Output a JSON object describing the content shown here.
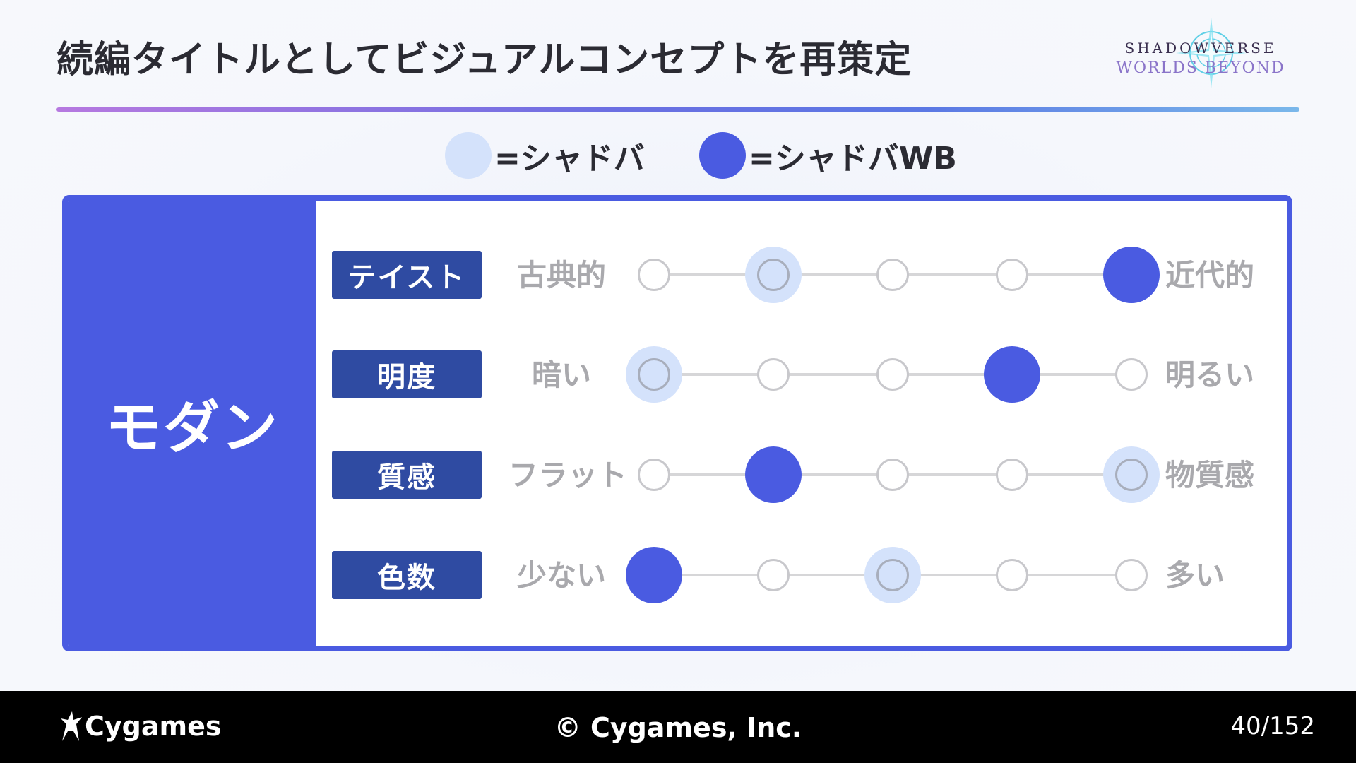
{
  "title": "続編タイトルとしてビジュアルコンセプトを再策定",
  "logo": {
    "line1": "SHADOWVERSE",
    "line2": "WORLDS BEYOND"
  },
  "legend": [
    {
      "label": "=シャドバ",
      "color": "#d4e2fb"
    },
    {
      "label": "=シャドバWB",
      "color": "#4a5be1"
    }
  ],
  "side_label": "モダン",
  "scale_steps": 5,
  "rows": [
    {
      "category": "テイスト",
      "left": "古典的",
      "right": "近代的",
      "shadowverse": 2,
      "wb": 5
    },
    {
      "category": "明度",
      "left": "暗い",
      "right": "明るい",
      "shadowverse": 1,
      "wb": 4
    },
    {
      "category": "質感",
      "left": "フラット",
      "right": "物質感",
      "shadowverse": 5,
      "wb": 2
    },
    {
      "category": "色数",
      "left": "少ない",
      "right": "多い",
      "shadowverse": 3,
      "wb": 1
    }
  ],
  "colors": {
    "accent": "#4a5be1",
    "badge": "#2f4ba2",
    "highlight": "#d4e2fb"
  },
  "footer": {
    "brand": "Cygames",
    "copyright": "© Cygames, Inc.",
    "page": "40/152"
  }
}
